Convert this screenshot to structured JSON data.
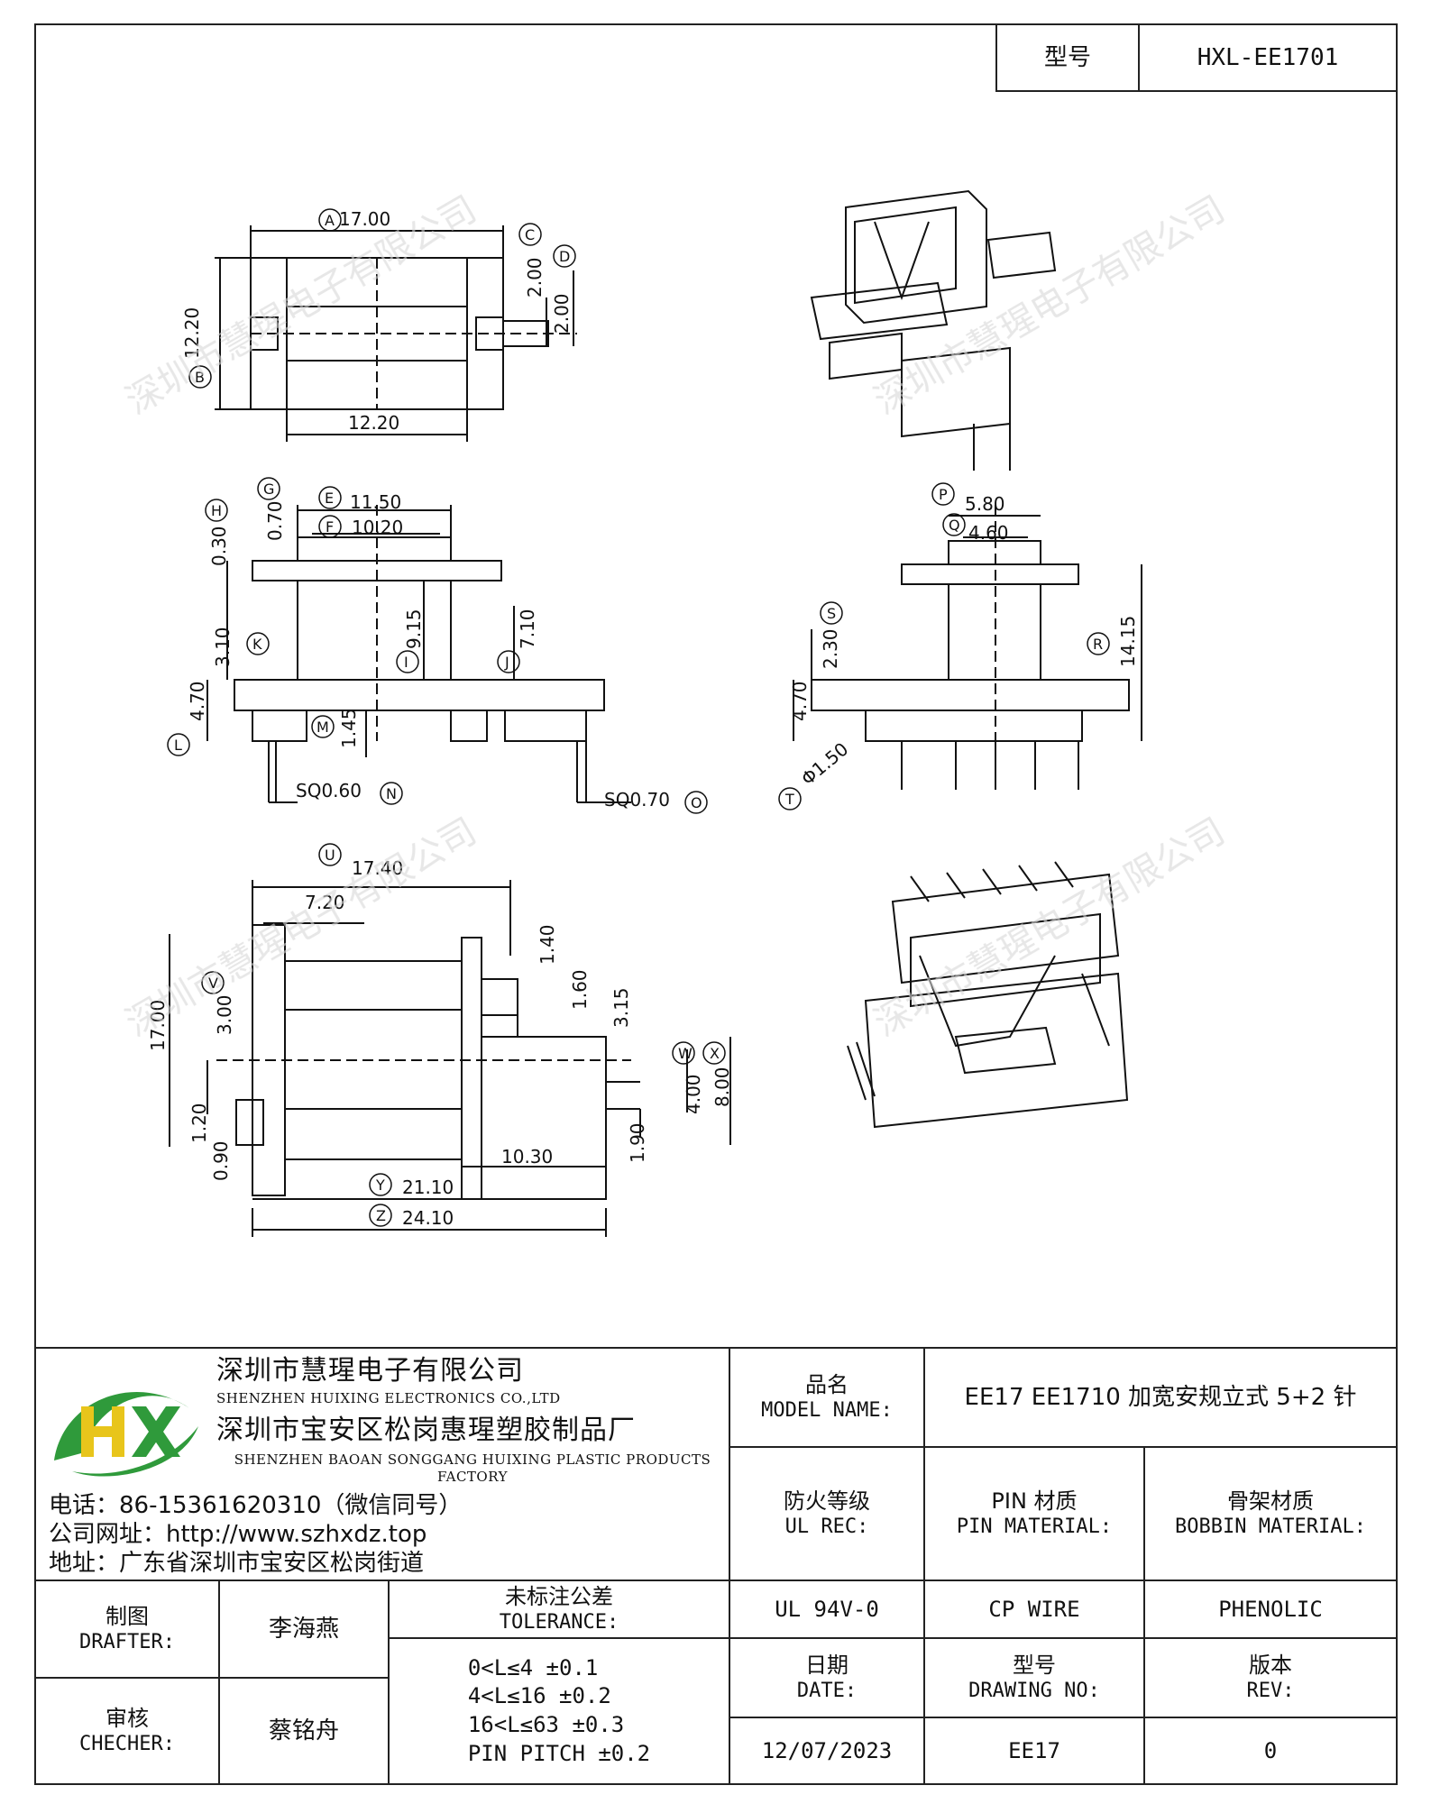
{
  "header": {
    "type_label": "型号",
    "part_number": "HXL-EE1701"
  },
  "drawing": {
    "top_view": {
      "A": "A",
      "B": "B",
      "C": "C",
      "D": "D",
      "width": "17.00",
      "height": "12.20",
      "c_val": "2.00",
      "d_val": "2.00",
      "bottom": "12.20"
    },
    "front_view": {
      "G": "G",
      "H": "H",
      "E": "E",
      "F": "F",
      "K": "K",
      "I": "I",
      "J": "J",
      "L": "L",
      "M": "M",
      "N": "N",
      "O": "O",
      "e_val": "11.50",
      "f_val": "10.20",
      "g_val": "0.70",
      "h_val": "0.30",
      "k_val": "3.10",
      "i_val": "9.15",
      "j_val": "7.10",
      "l_val": "4.70",
      "m_val": "1.45",
      "n_val": "SQ0.60",
      "o_val": "SQ0.70"
    },
    "side_view": {
      "P": "P",
      "Q": "Q",
      "R": "R",
      "S": "S",
      "T": "T",
      "p_val": "5.80",
      "q_val": "4.60",
      "r_val": "14.15",
      "s_val": "2.30",
      "l_val": "4.70",
      "t_val": "Φ1.50"
    },
    "bottom_view": {
      "U": "U",
      "V": "V",
      "W": "W",
      "X": "X",
      "Y": "Y",
      "Z": "Z",
      "u_val": "17.40",
      "seven": "7.20",
      "h1": "1.40",
      "h2": "1.60",
      "h3": "3.15",
      "v_val": "3.00",
      "total_h": "17.00",
      "p1": "1.20",
      "p2": "0.90",
      "w_val": "4.00",
      "x_val": "8.00",
      "s190": "1.90",
      "s1030": "10.30",
      "y_val": "21.10",
      "z_val": "24.10"
    },
    "watermark": "深圳市慧瑆电子有限公司"
  },
  "company": {
    "name_cn": "深圳市慧瑆电子有限公司",
    "name_en": "SHENZHEN HUIXING ELECTRONICS CO.,LTD",
    "factory_cn": "深圳市宝安区松岗惠瑆塑胶制品厂",
    "factory_en": "SHENZHEN BAOAN SONGGANG HUIXING PLASTIC PRODUCTS FACTORY",
    "phone": "电话：86-15361620310（微信同号）",
    "website": "公司网址：http://www.szhxdz.top",
    "address": "地址：广东省深圳市宝安区松岗街道",
    "logo_text": "HX"
  },
  "title_block": {
    "model_name_cn": "品名",
    "model_name_en": "MODEL NAME:",
    "model_name_value": "EE17 EE1710 加宽安规立式 5+2 针",
    "ul_cn": "防火等级",
    "ul_en": "UL REC:",
    "pin_cn": "PIN 材质",
    "pin_en": "PIN MATERIAL:",
    "bobbin_cn": "骨架材质",
    "bobbin_en": "BOBBIN MATERIAL:",
    "ul_value": "UL 94V-0",
    "pin_value": "CP WIRE",
    "bobbin_value": "PHENOLIC",
    "drafter_cn": "制图",
    "drafter_en": "DRAFTER:",
    "drafter_name": "李海燕",
    "checker_cn": "审核",
    "checker_en": "CHECHER:",
    "checker_name": "蔡铭舟",
    "tolerance_cn": "未标注公差",
    "tolerance_en": "TOLERANCE:",
    "tol_1": "0<L≤4  ±0.1",
    "tol_2": "4<L≤16 ±0.2",
    "tol_3": "16<L≤63 ±0.3",
    "tol_4": "PIN PITCH ±0.2",
    "date_cn": "日期",
    "date_en": "DATE:",
    "date_value": "12/07/2023",
    "drawing_no_cn": "型号",
    "drawing_no_en": "DRAWING NO:",
    "drawing_no_value": "EE17",
    "rev_cn": "版本",
    "rev_en": "REV:",
    "rev_value": "0"
  }
}
